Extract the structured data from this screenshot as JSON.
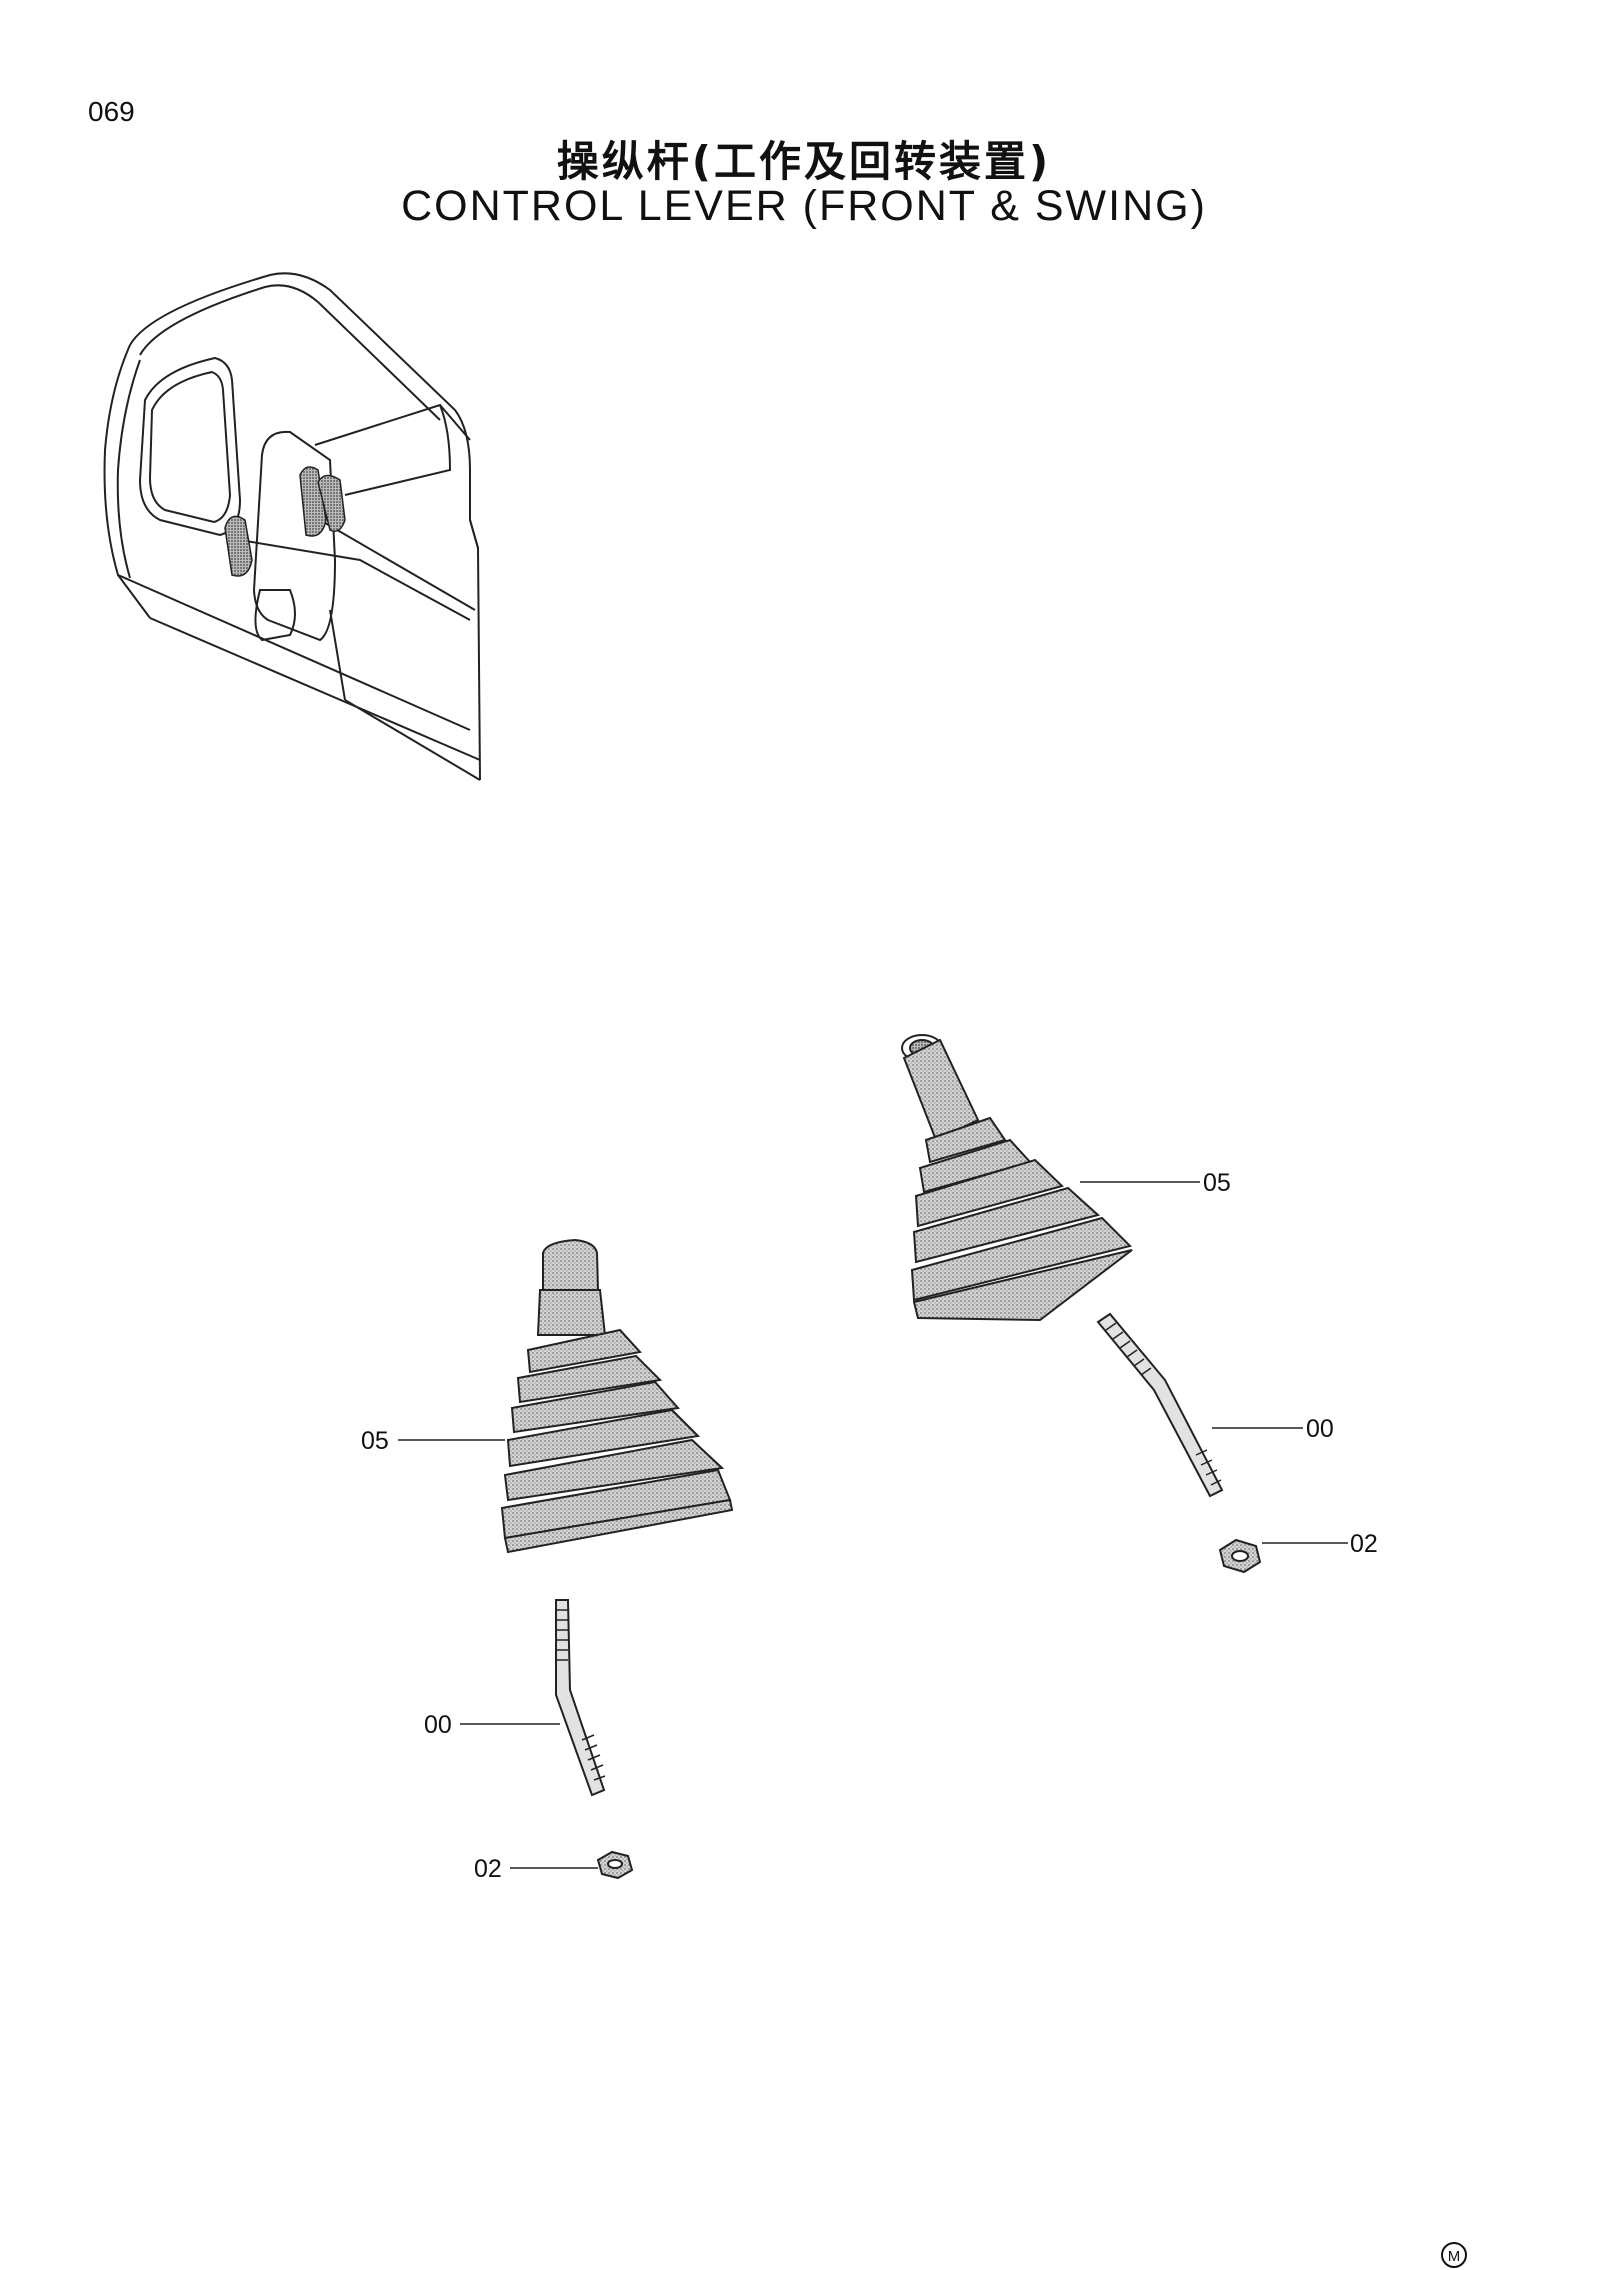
{
  "page_number": "069",
  "title_cn": "操纵杆(工作及回转装置)",
  "title_en": "CONTROL LEVER (FRONT & SWING)",
  "callouts": {
    "left_boot": "05",
    "left_lever": "00",
    "left_nut": "02",
    "right_boot": "05",
    "right_lever": "00",
    "right_nut": "02"
  },
  "corner_mark": "M"
}
